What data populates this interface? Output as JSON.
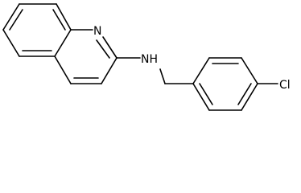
{
  "molecule": {
    "atom_labels": {
      "ring_nitrogen": "N",
      "amine": "NH",
      "chlorine": "Cl"
    },
    "colors": {
      "bond": "#000000",
      "label": "#000000",
      "background": "#ffffff"
    }
  }
}
